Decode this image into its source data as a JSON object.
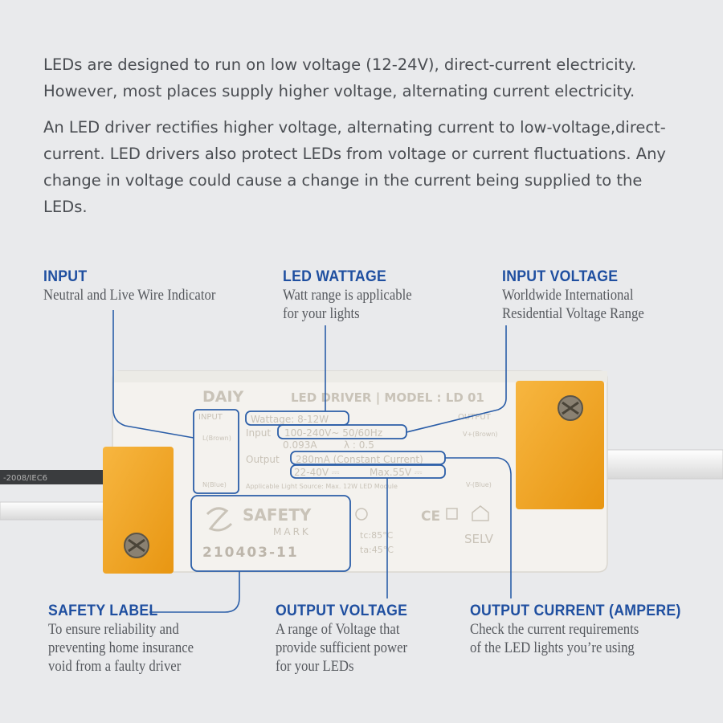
{
  "intro": {
    "paragraph1": "LEDs are designed to run on low voltage (12-24V), direct-current electricity. However, most places supply higher voltage, alternating current electricity.",
    "paragraph2": "An LED driver rectifies higher voltage, alternating current to low-voltage,direct-current. LED drivers also protect LEDs from voltage or current fluctuations. Any change in voltage could cause a change in the current being supplied to the LEDs."
  },
  "callouts": {
    "input": {
      "title": "INPUT",
      "lines": [
        "Neutral and Live Wire Indicator"
      ]
    },
    "led_wattage": {
      "title": "LED WATTAGE",
      "lines": [
        "Watt range is applicable",
        "for your lights"
      ]
    },
    "input_voltage": {
      "title": "INPUT VOLTAGE",
      "lines": [
        "Worldwide International",
        "Residential Voltage Range"
      ]
    },
    "safety_label": {
      "title": "SAFETY LABEL",
      "lines": [
        "To ensure reliability and",
        "preventing home insurance",
        "void from a faulty driver"
      ]
    },
    "output_voltage": {
      "title": "OUTPUT VOLTAGE",
      "lines": [
        "A range of Voltage that",
        "provide sufficient power",
        "for your LEDs"
      ]
    },
    "output_current": {
      "title": "OUTPUT CURRENT (AMPERE)",
      "lines": [
        "Check the current requirements",
        "of the LED lights you’re using"
      ]
    }
  },
  "device": {
    "brand": "DAIY",
    "header": "LED DRIVER | MODEL : LD 01",
    "input_tag": "INPUT",
    "output_tag": "OUTPUT",
    "l_brown": "L(Brown)",
    "n_blue": "N(Blue)",
    "v_plus": "V+(Brown)",
    "v_minus": "V-(Blue)",
    "wattage": "Wattage: 8-12W",
    "input_label": "Input",
    "input_value": "100-240V~ 50/60Hz",
    "current_in": "0.093A",
    "power_factor": "λ : 0.5",
    "output_label": "Output",
    "output_value": "280mA (Constant Current)",
    "output_voltage": "22-40V ⎓",
    "max_voltage": "Max.55V ⎓",
    "applicable": "Applicable Light Source: Max. 12W LED Module",
    "safety_word": "SAFETY",
    "mark_word": "MARK",
    "safety_code": "210403-11",
    "tc": "tc:85°C",
    "ta": "ta:45°C",
    "ce": "CE",
    "selv": "SELV",
    "cable_print": "-2008/IEC6"
  },
  "colors": {
    "background": "#e9eaec",
    "accent": "#1f4fa0",
    "leader_line": "#2b5ea8",
    "terminal": "#f3a623",
    "housing": "#f4f2ee"
  }
}
